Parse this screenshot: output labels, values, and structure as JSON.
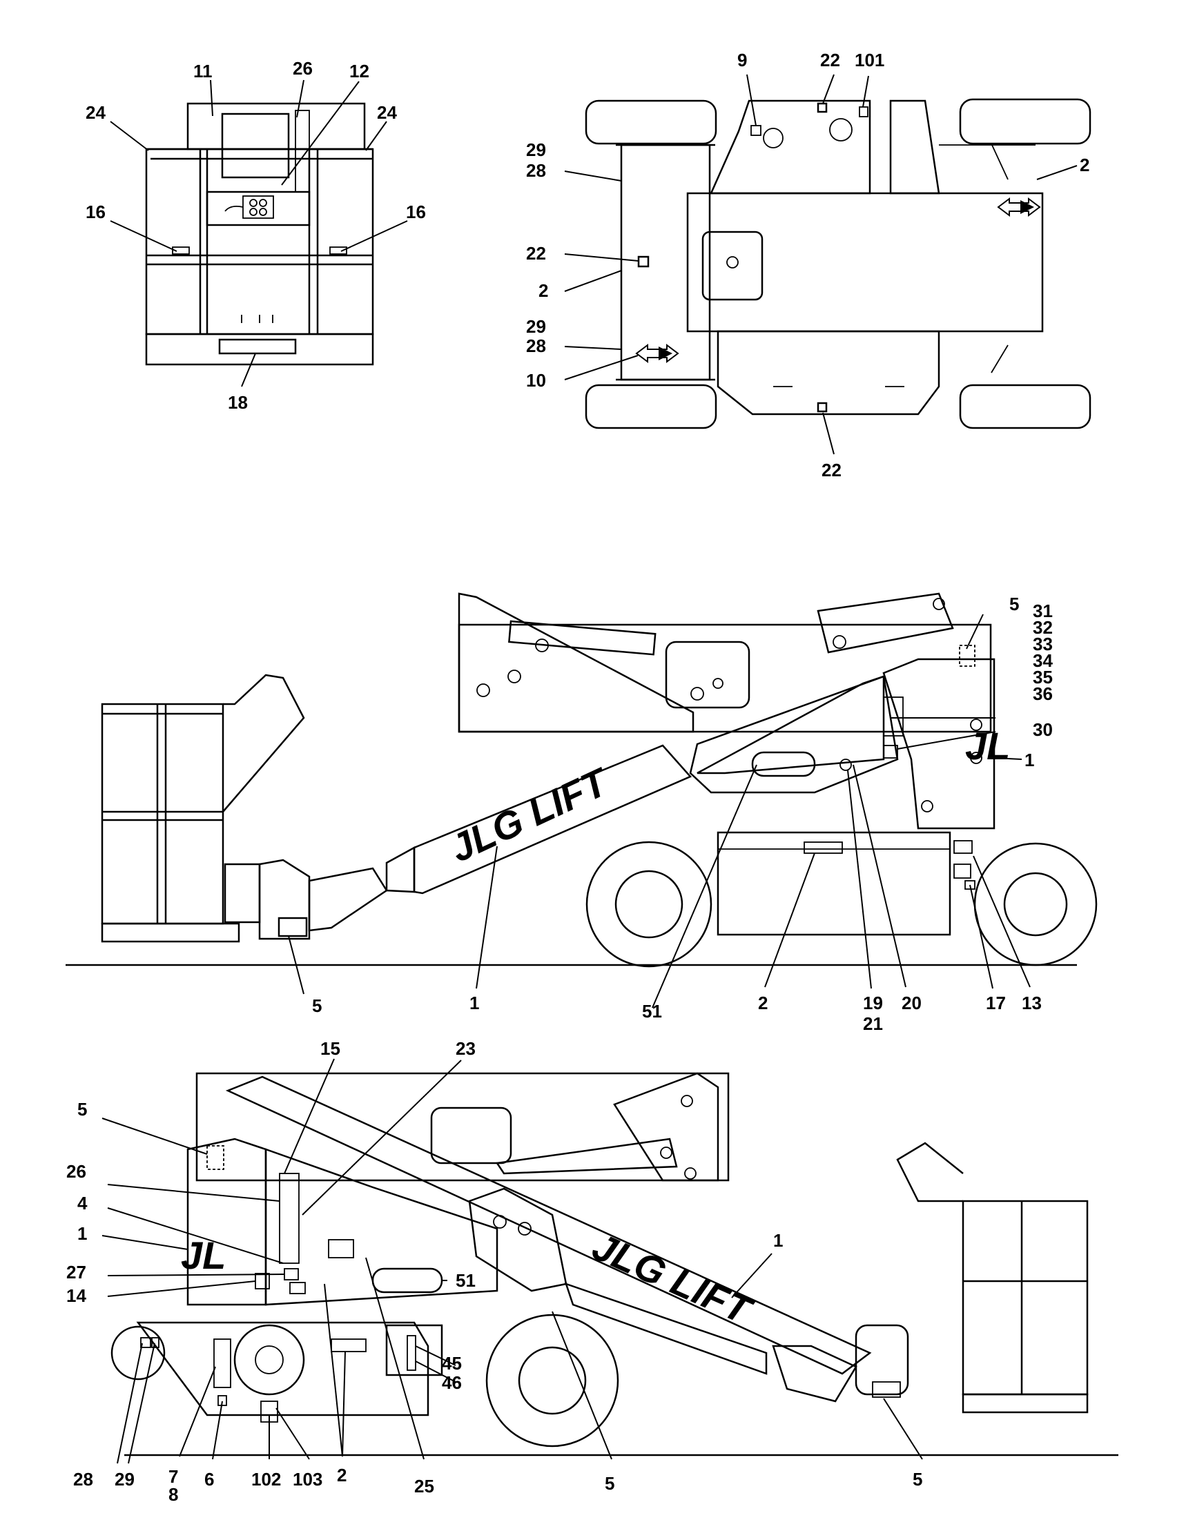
{
  "brand": {
    "logo_text": "JLG LIFT",
    "logo_short": "JL"
  },
  "views": {
    "platform_front": {
      "labels": [
        "11",
        "26",
        "12",
        "24",
        "24",
        "16",
        "16",
        "18"
      ]
    },
    "chassis_top": {
      "labels": [
        "9",
        "22",
        "101",
        "29",
        "28",
        "2",
        "22",
        "2",
        "29",
        "28",
        "10",
        "22"
      ]
    },
    "side_right": {
      "labels": [
        "5",
        "31",
        "32",
        "33",
        "34",
        "35",
        "36",
        "30",
        "1",
        "5",
        "1",
        "51",
        "2",
        "19",
        "21",
        "20",
        "17",
        "13"
      ]
    },
    "side_left": {
      "labels": [
        "15",
        "23",
        "5",
        "26",
        "4",
        "1",
        "27",
        "14",
        "51",
        "1",
        "45",
        "46",
        "28",
        "29",
        "7",
        "8",
        "6",
        "102",
        "103",
        "2",
        "25",
        "5",
        "5"
      ]
    }
  }
}
